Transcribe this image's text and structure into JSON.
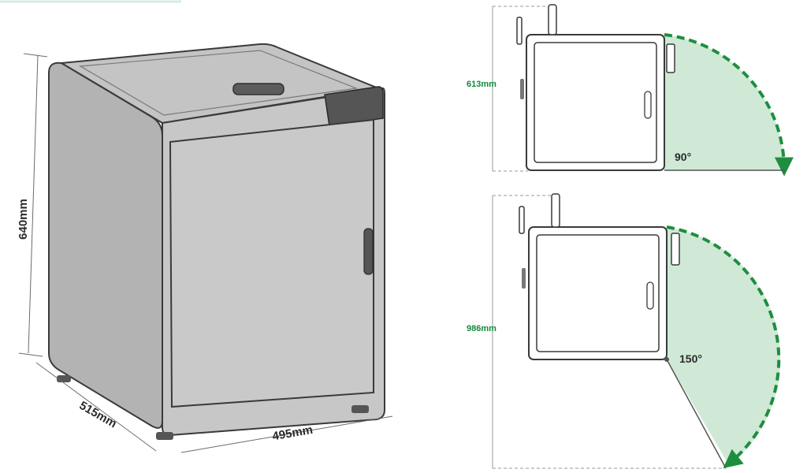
{
  "product_dimensions": {
    "height": "640mm",
    "depth": "515mm",
    "width": "495mm"
  },
  "door_clearance": [
    {
      "depth": "613mm",
      "angle": "90°"
    },
    {
      "depth": "986mm",
      "angle": "150°"
    }
  ],
  "colors": {
    "outline": "#3a3a3a",
    "body": "#bcbcbc",
    "panel": "#c8c8c8",
    "accent_green": "#1e8e3e",
    "swing_fill": "#cfe9d6"
  }
}
